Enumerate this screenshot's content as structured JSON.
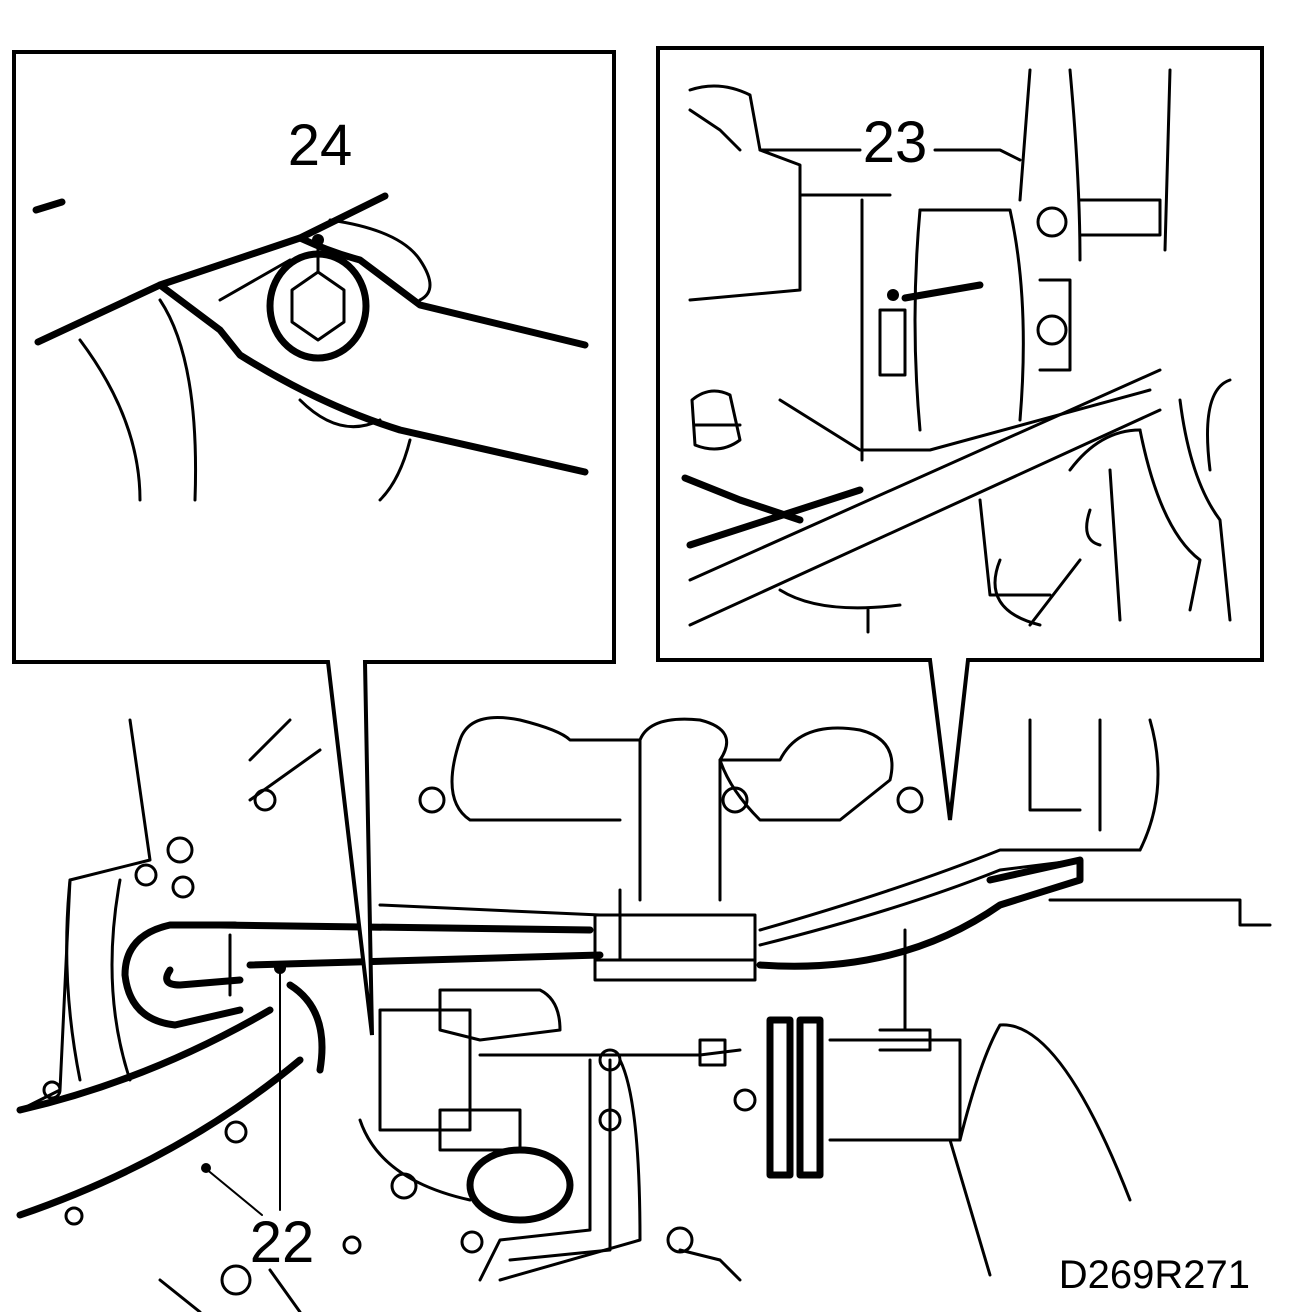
{
  "callouts": {
    "c24": "24",
    "c23": "23",
    "c22": "22"
  },
  "figure_code": "D269R271"
}
